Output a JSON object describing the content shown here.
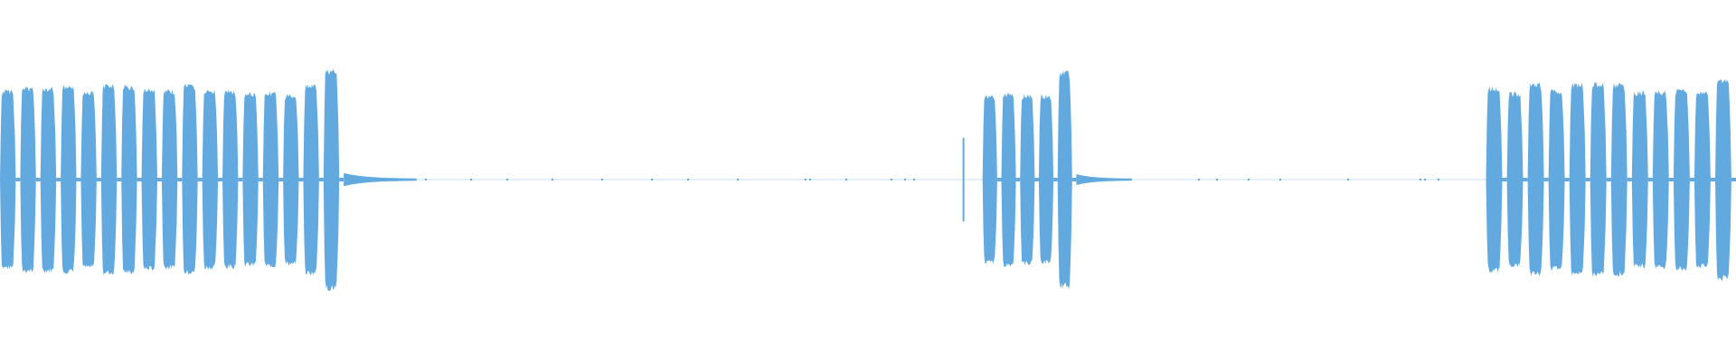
{
  "waveform": {
    "color": "#62a9e0",
    "background": "#ffffff",
    "duration_s": 1.0,
    "bursts": [
      {
        "name": "burst-1",
        "start": 0.0,
        "end": 0.198,
        "pulses": 17,
        "amp": 0.82,
        "peak": 0.99
      },
      {
        "name": "burst-2",
        "start": 0.566,
        "end": 0.62,
        "pulses": 5,
        "amp": 0.8,
        "peak": 0.97
      },
      {
        "name": "burst-3",
        "start": 0.856,
        "end": 1.0,
        "pulses": 12,
        "amp": 0.84,
        "peak": 0.9
      }
    ],
    "tails": [
      {
        "name": "tail-1",
        "start": 0.198,
        "end": 0.24,
        "amp": 0.05
      },
      {
        "name": "tail-2",
        "start": 0.62,
        "end": 0.652,
        "amp": 0.04
      }
    ],
    "clicks": [
      {
        "name": "click-1",
        "t": 0.555,
        "amp": 0.37
      }
    ]
  }
}
